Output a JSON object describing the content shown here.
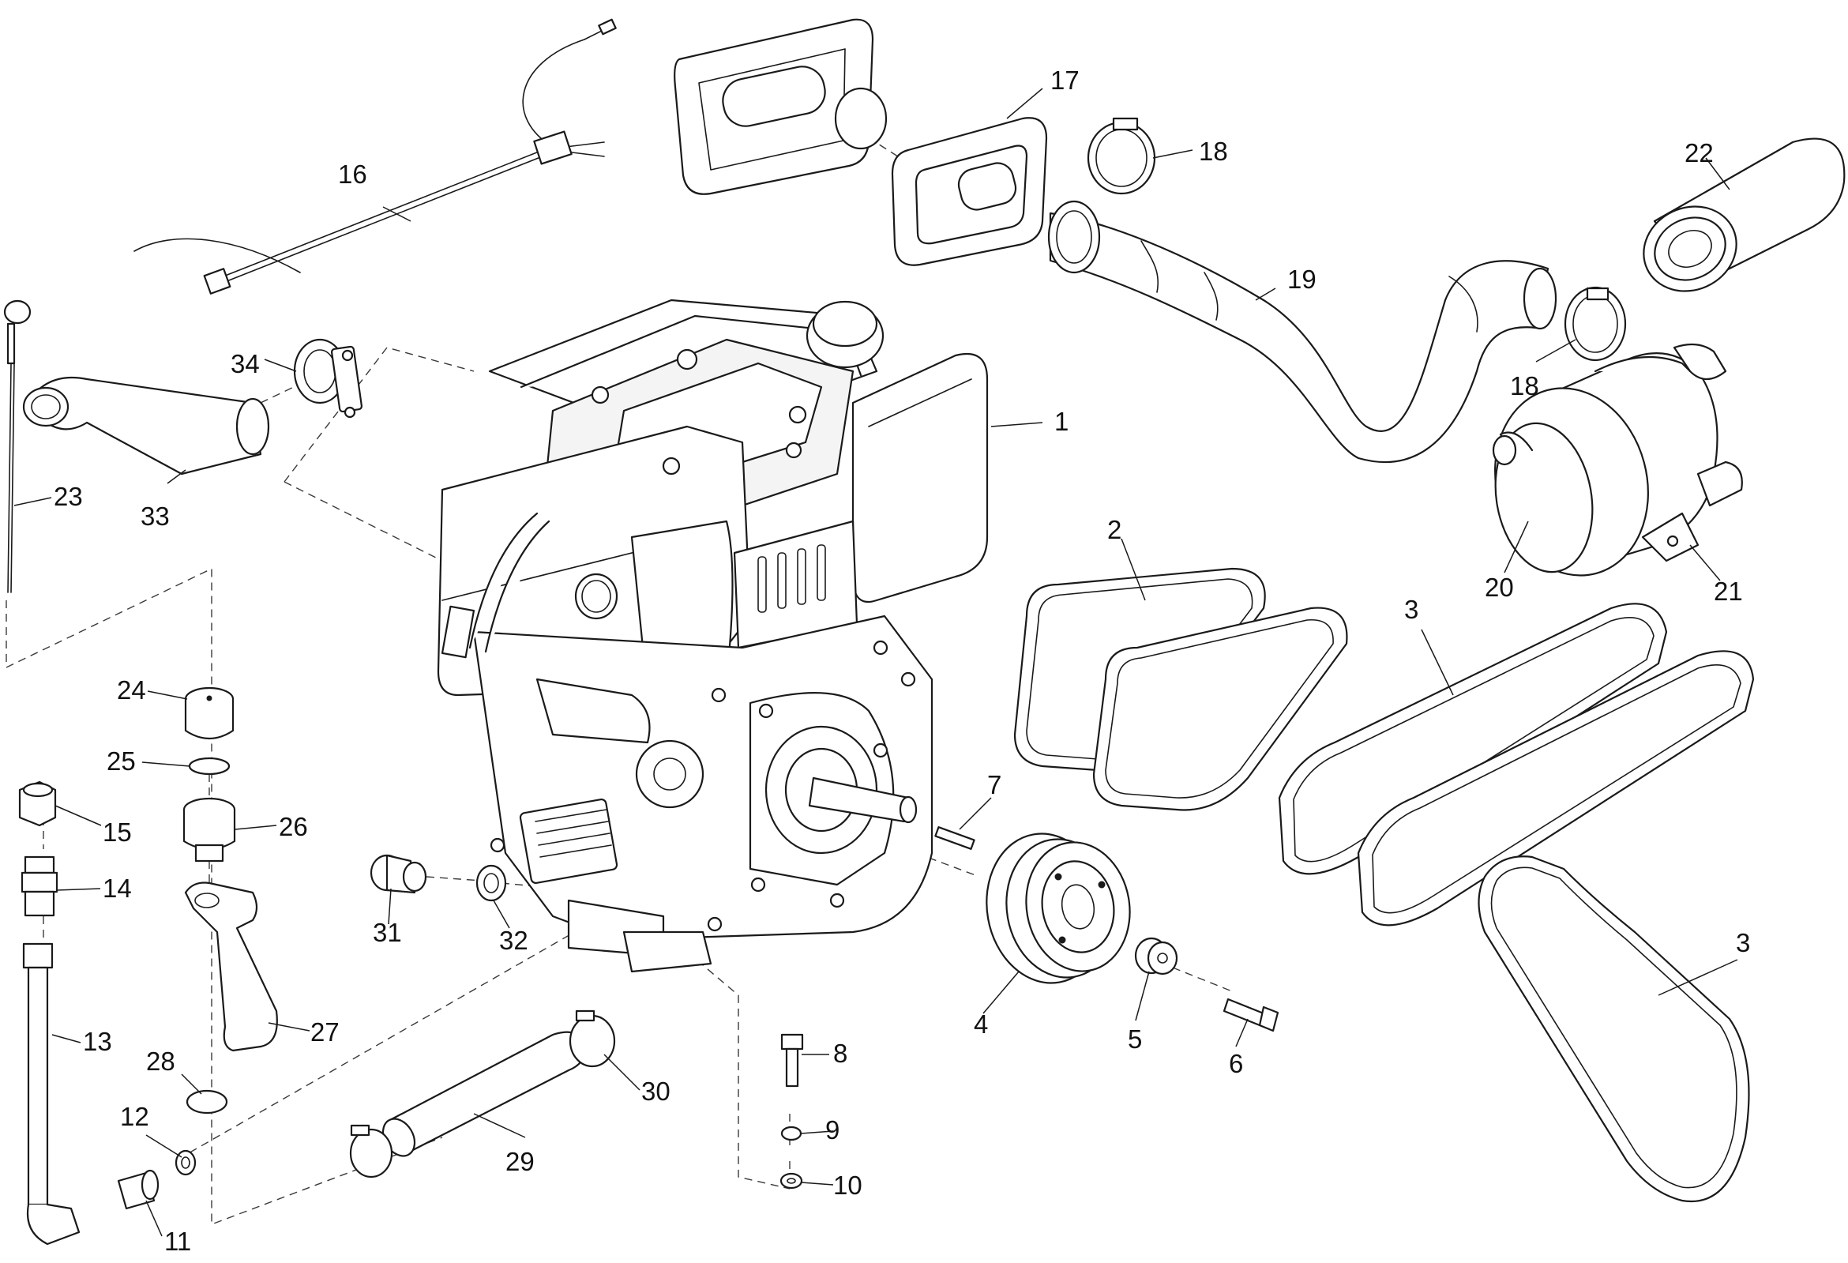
{
  "diagram": {
    "type": "exploded parts diagram",
    "line_color": "#1a1a1a",
    "background": "#ffffff",
    "callouts": [
      {
        "id": "c1",
        "label": "1"
      },
      {
        "id": "c2",
        "label": "2"
      },
      {
        "id": "c3a",
        "label": "3"
      },
      {
        "id": "c3b",
        "label": "3"
      },
      {
        "id": "c4",
        "label": "4"
      },
      {
        "id": "c5",
        "label": "5"
      },
      {
        "id": "c6",
        "label": "6"
      },
      {
        "id": "c7",
        "label": "7"
      },
      {
        "id": "c8",
        "label": "8"
      },
      {
        "id": "c9",
        "label": "9"
      },
      {
        "id": "c10",
        "label": "10"
      },
      {
        "id": "c11",
        "label": "11"
      },
      {
        "id": "c12",
        "label": "12"
      },
      {
        "id": "c13",
        "label": "13"
      },
      {
        "id": "c14",
        "label": "14"
      },
      {
        "id": "c15",
        "label": "15"
      },
      {
        "id": "c16",
        "label": "16"
      },
      {
        "id": "c17",
        "label": "17"
      },
      {
        "id": "c18a",
        "label": "18"
      },
      {
        "id": "c18b",
        "label": "18"
      },
      {
        "id": "c19",
        "label": "19"
      },
      {
        "id": "c20",
        "label": "20"
      },
      {
        "id": "c21",
        "label": "21"
      },
      {
        "id": "c22",
        "label": "22"
      },
      {
        "id": "c23",
        "label": "23"
      },
      {
        "id": "c24",
        "label": "24"
      },
      {
        "id": "c25",
        "label": "25"
      },
      {
        "id": "c26",
        "label": "26"
      },
      {
        "id": "c27",
        "label": "27"
      },
      {
        "id": "c28",
        "label": "28"
      },
      {
        "id": "c29",
        "label": "29"
      },
      {
        "id": "c30",
        "label": "30"
      },
      {
        "id": "c31",
        "label": "31"
      },
      {
        "id": "c32",
        "label": "32"
      },
      {
        "id": "c33",
        "label": "33"
      },
      {
        "id": "c34",
        "label": "34"
      }
    ]
  }
}
